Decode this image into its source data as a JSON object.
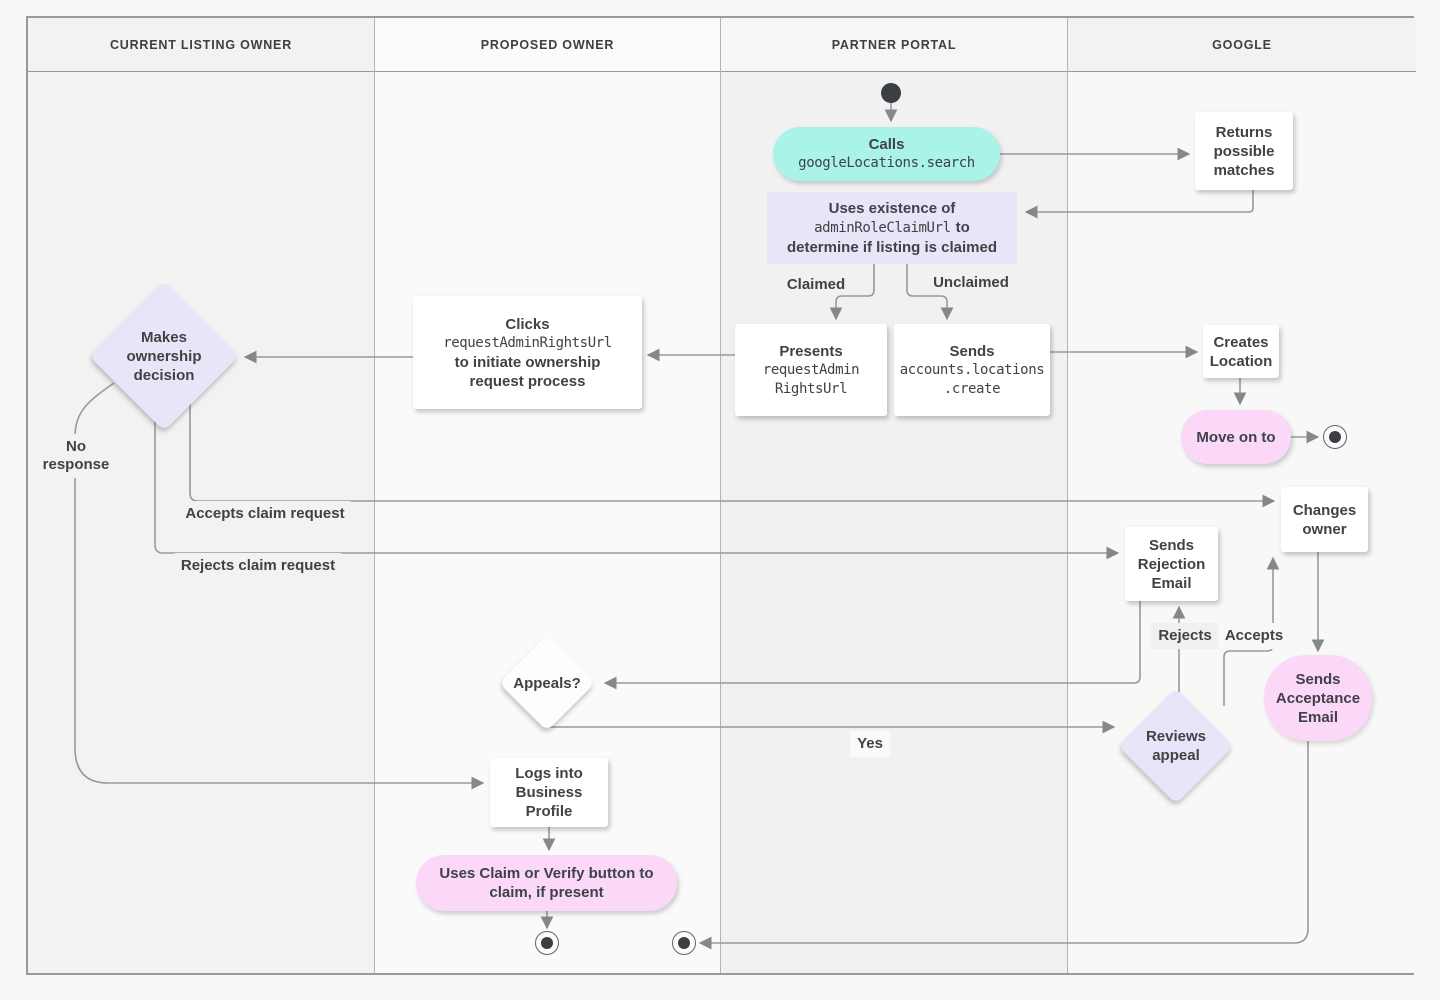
{
  "lanes": [
    {
      "label": "CURRENT LISTING OWNER"
    },
    {
      "label": "PROPOSED OWNER"
    },
    {
      "label": "PARTNER PORTAL"
    },
    {
      "label": "GOOGLE"
    }
  ],
  "nodes": {
    "calls": {
      "action": "Calls",
      "code": "googleLocations.search"
    },
    "returns": {
      "text": "Returns\npossible\nmatches"
    },
    "uses_existence": {
      "pre": "Uses existence of",
      "code": "adminRoleClaimUrl",
      "post": "to",
      "line3": "determine if listing is claimed"
    },
    "presents": {
      "action": "Presents",
      "code": "requestAdmin\nRightsUrl"
    },
    "sends_create": {
      "action": "Sends",
      "code": "accounts.locations\n.create"
    },
    "creates_location": {
      "text": "Creates\nLocation"
    },
    "move_on": {
      "text": "Move on to"
    },
    "clicks": {
      "action": "Clicks",
      "code": "requestAdminRightsUrl",
      "rest": "to initiate ownership\nrequest process"
    },
    "makes_decision": {
      "text": "Makes\nownership\ndecision"
    },
    "changes_owner": {
      "text": "Changes\nowner"
    },
    "sends_rejection": {
      "text": "Sends\nRejection\nEmail"
    },
    "appeals": {
      "text": "Appeals?"
    },
    "reviews_appeal": {
      "text": "Reviews\nappeal"
    },
    "sends_acceptance": {
      "text": "Sends\nAcceptance\nEmail"
    },
    "logs_in": {
      "text": "Logs into\nBusiness\nProfile"
    },
    "claim_verify": {
      "text": "Uses Claim or Verify button to\nclaim, if present"
    }
  },
  "edge_labels": {
    "claimed": "Claimed",
    "unclaimed": "Unclaimed",
    "no_response": "No\nresponse",
    "accepts_claim": "Accepts claim request",
    "rejects_claim": "Rejects claim request",
    "rejects": "Rejects",
    "accepts": "Accepts",
    "yes": "Yes"
  },
  "colors": {
    "teal": "#a9f3e9",
    "pink": "#fbd7f8",
    "lavender": "#e9e4f7",
    "line": "#97999d",
    "arrow": "#85878a",
    "text": "#3f4246"
  }
}
